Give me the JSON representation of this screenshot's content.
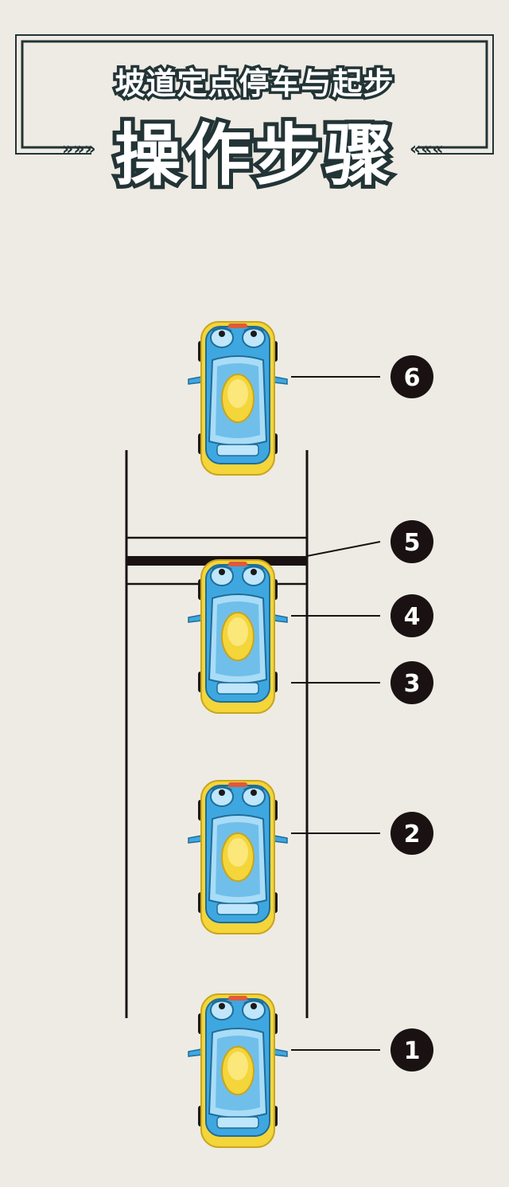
{
  "header": {
    "subtitle": "坡道定点停车与起步",
    "title": "操作步骤",
    "arrows_left": "»»»",
    "arrows_right": "«««"
  },
  "steps": [
    "1",
    "2",
    "3",
    "4",
    "5",
    "6"
  ],
  "colors": {
    "background": "#eeebe4",
    "ink": "#1a1212",
    "frame": "#233436",
    "car_body": "#3fa7e0",
    "car_trim": "#f4d53a",
    "car_window": "#a9dcf7"
  }
}
